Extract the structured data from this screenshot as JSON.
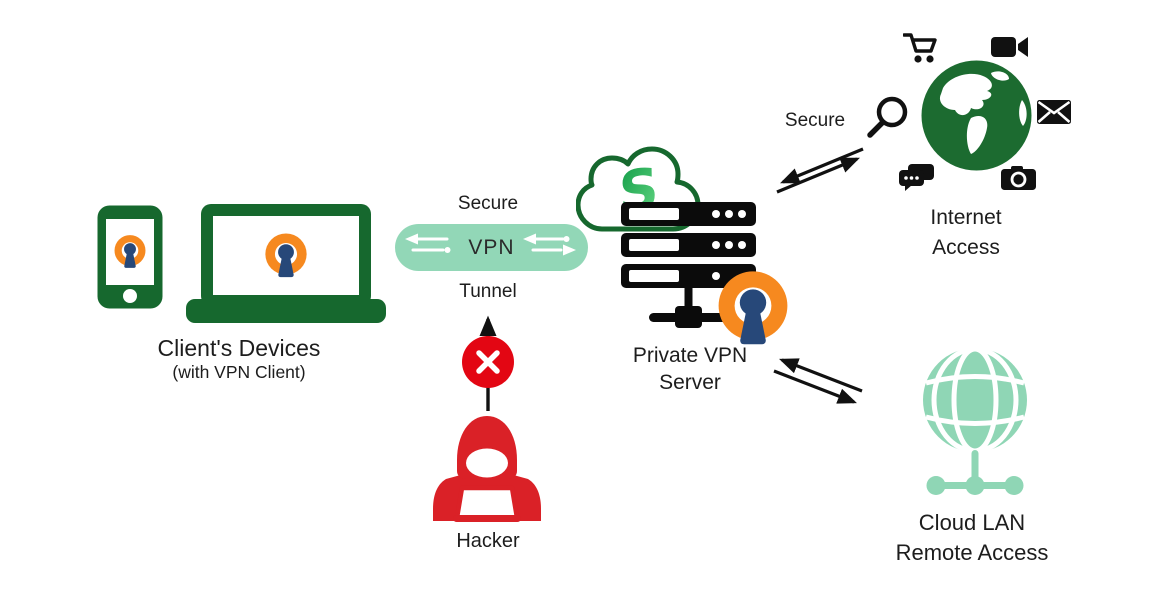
{
  "nodes": {
    "client_devices": {
      "title": "Client's Devices",
      "subtitle": "(with VPN Client)"
    },
    "vpn_tunnel": {
      "label_above": "Secure",
      "pill_text": "VPN",
      "label_below": "Tunnel"
    },
    "hacker": {
      "label": "Hacker"
    },
    "private_vpn_server": {
      "title_line1": "Private VPN",
      "title_line2": "Server"
    },
    "internet_access": {
      "title_line1": "Internet",
      "title_line2": "Access",
      "link_label": "Secure"
    },
    "cloud_lan": {
      "title_line1": "Cloud LAN",
      "title_line2": "Remote Access"
    }
  },
  "icons": {
    "client": [
      "smartphone-icon",
      "laptop-icon",
      "openvpn-logo"
    ],
    "tunnel": [
      "transfer-arrows-icon"
    ],
    "hacker": [
      "up-arrow-icon",
      "blocked-x-icon",
      "hacker-icon"
    ],
    "server": [
      "cloud-icon",
      "cloud-s-logo",
      "server-rack-icon",
      "openvpn-logo"
    ],
    "internet": [
      "shopping-cart-icon",
      "video-camera-icon",
      "search-icon",
      "mail-icon",
      "chat-icon",
      "camera-icon",
      "earth-globe-icon"
    ],
    "cloud_lan": [
      "wireframe-globe-icon",
      "lan-nodes-icon"
    ],
    "links": [
      "double-arrow-icon"
    ]
  },
  "colors": {
    "brand_green": "#16682e",
    "mint_green": "#92d7b7",
    "openvpn_orange": "#f6891f",
    "openvpn_navy": "#274879",
    "alert_red": "#e30613",
    "hacker_red": "#da2127",
    "icon_black": "#111111",
    "text_color": "#1d1d1d",
    "background": "#ffffff"
  }
}
